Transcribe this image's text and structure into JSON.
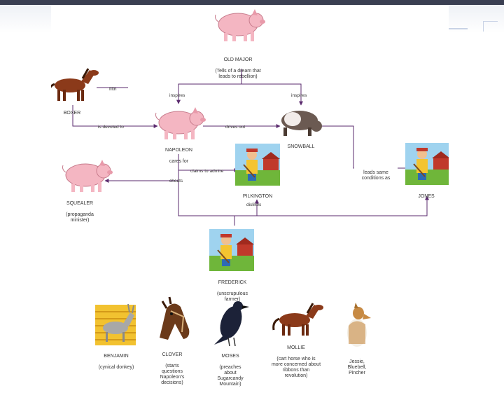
{
  "nodes": {
    "old_major": {
      "name": "OLD MAJOR",
      "desc": "(Tells of a dream that\nleads to rebellion)"
    },
    "boxer": {
      "name": "BOXER"
    },
    "napoleon": {
      "name": "NAPOLEON",
      "desc": "cares for"
    },
    "snowball": {
      "name": "SNOWBALL"
    },
    "squealer": {
      "name": "SQUEALER",
      "desc": "(propaganda\nminister)"
    },
    "pilkington": {
      "name": "PILKINGTON"
    },
    "jones": {
      "name": "JONES"
    },
    "frederick": {
      "name": "FREDERICK",
      "desc": "(unscrupulous\nfarmer)"
    },
    "benjamin": {
      "name": "BENJAMIN",
      "desc": "(cynical donkey)"
    },
    "clover": {
      "name": "CLOVER",
      "desc": "(starts\nquestions\nNapoleon's\ndecisions)"
    },
    "moses": {
      "name": "MOSES",
      "desc": "(preaches\nabout\nSugarcandy\nMountain)"
    },
    "mollie": {
      "name": "MOLLIE",
      "desc": "(cart horse who is\nmore concerned about\nribbons than\nrevolution)"
    },
    "jessie": {
      "name": "Jessie,\nBluebell,\nPincher"
    }
  },
  "edges": {
    "inspires_left": "inspires",
    "inspires_right": "inspires",
    "fifth": "fifth",
    "is_devoted_to": "is devoted to",
    "drives_out": "drives out",
    "leads_same": "leads same\nconditions as",
    "claims_to_admire": "claims to admire",
    "cheats": "cheats",
    "dislikes": "dislikes"
  },
  "colors": {
    "line": "#5a2a6e",
    "frame": "#3a3f52"
  },
  "icons": {
    "old_major": "pig-icon",
    "boxer": "horse-icon",
    "napoleon": "pig-icon",
    "snowball": "pig-icon",
    "squealer": "pig-icon",
    "pilkington": "farmer-icon",
    "jones": "farmer-icon",
    "frederick": "farmer-icon",
    "benjamin": "donkey-icon",
    "clover": "horse-icon",
    "moses": "raven-icon",
    "mollie": "horse-icon",
    "jessie": "dog-icon"
  }
}
